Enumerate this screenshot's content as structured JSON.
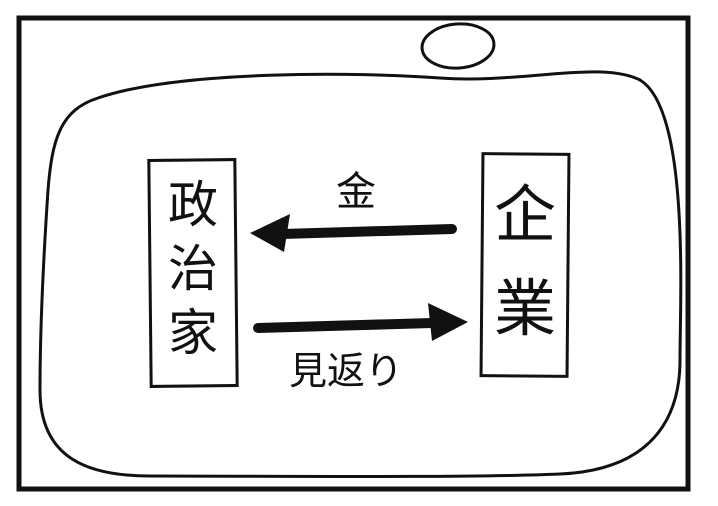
{
  "diagram": {
    "left_box": {
      "label_chars": [
        "政",
        "治",
        "家"
      ]
    },
    "right_box": {
      "label_chars": [
        "企",
        "業"
      ]
    },
    "arrow_top": {
      "label": "金",
      "direction": "right-to-left"
    },
    "arrow_bottom": {
      "label": "見返り",
      "direction": "left-to-right"
    }
  },
  "colors": {
    "ink": "#111111",
    "paper": "#ffffff"
  }
}
